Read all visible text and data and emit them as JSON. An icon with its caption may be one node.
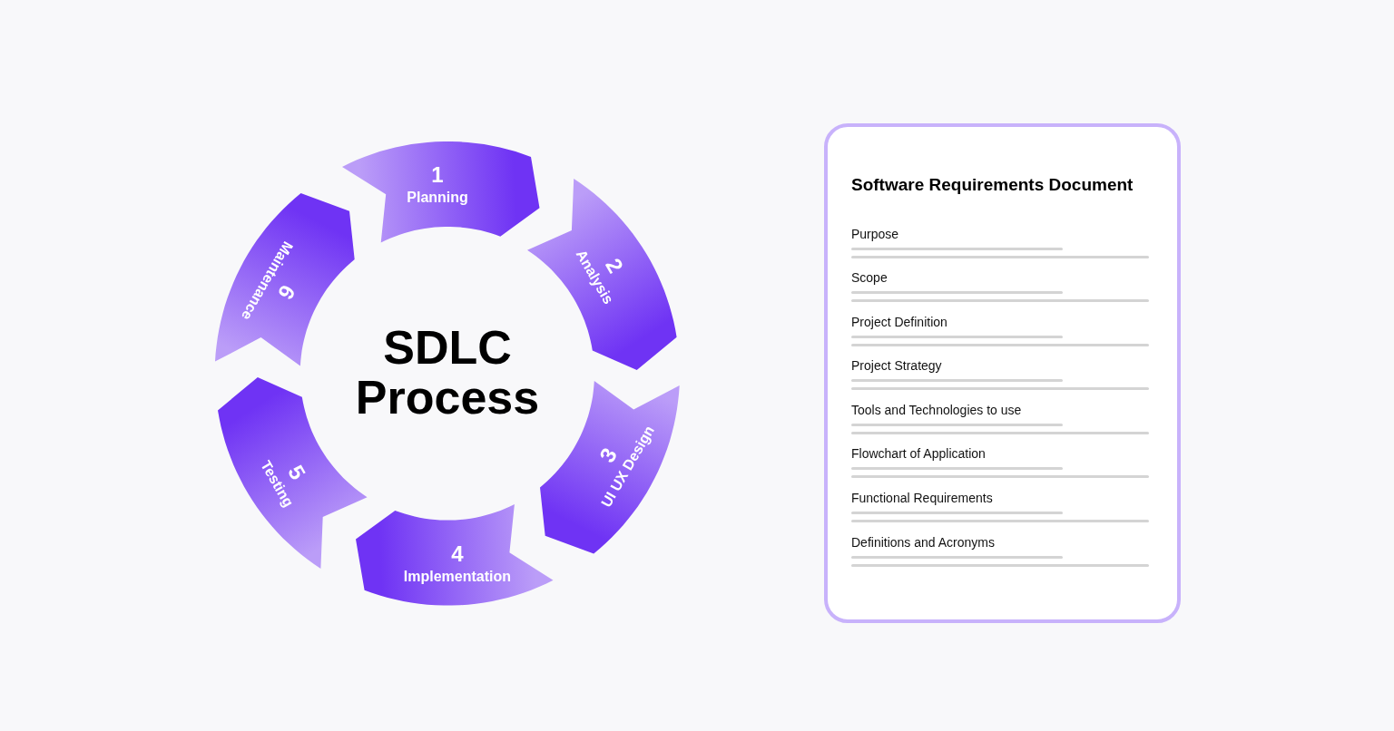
{
  "diagram": {
    "title": "SDLC Process",
    "nodes": [
      {
        "text": [
          "1",
          "Planning"
        ]
      },
      {
        "text": [
          "2",
          "Analysis"
        ]
      },
      {
        "text": [
          "3",
          "UI UX Design"
        ]
      },
      {
        "text": [
          "4",
          "Implementation"
        ]
      },
      {
        "text": [
          "5",
          "Testing"
        ]
      },
      {
        "text": [
          "6",
          "Maintenance"
        ]
      },
      {
        "text": [
          "Software Requirements Document"
        ]
      }
    ],
    "labels": [
      "Purpose",
      "Scope",
      "Project Definition",
      "Project Strategy",
      "Tools and Technologies to use",
      "Flowchart of Application",
      "Functional Requirements",
      "Definitions and Acronyms"
    ]
  }
}
